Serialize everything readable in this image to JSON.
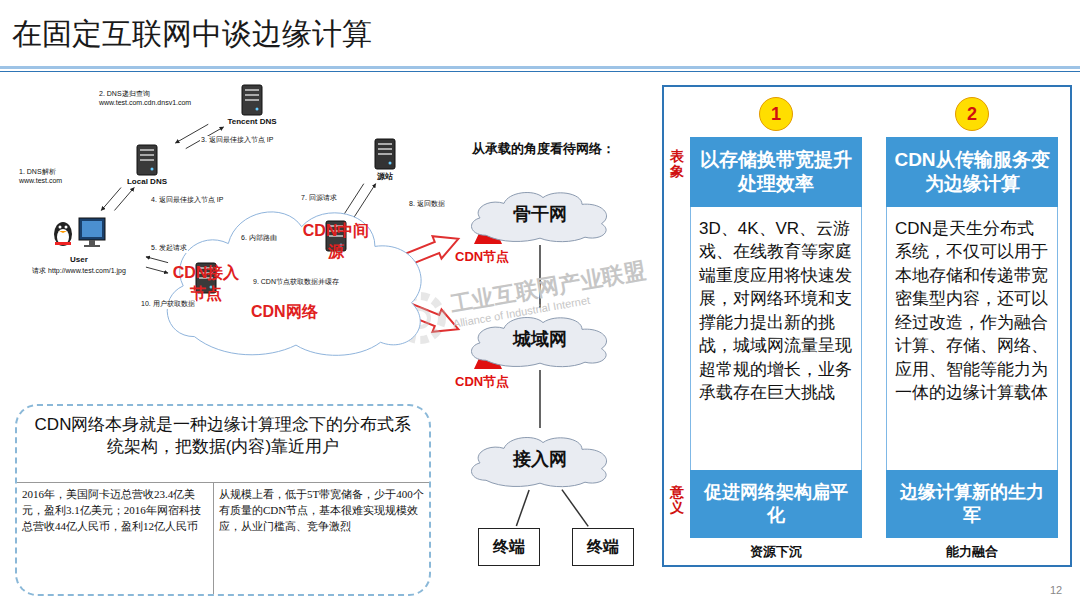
{
  "diagram": {
    "title": "在固定互联网中谈边缘计算",
    "nodes": [
      {
        "text": [
          "Tencent DNS"
        ]
      },
      {
        "text": [
          "源站"
        ]
      },
      {
        "text": [
          "Local DNS"
        ]
      },
      {
        "text": [
          "User",
          "请求 http://www.test.com/1.jpg"
        ]
      },
      {
        "text": [
          "CDN网络"
        ]
      },
      {
        "text": [
          "CDN中间源"
        ],
        "in": 4
      },
      {
        "text": [
          "CDN接入节点"
        ],
        "in": 4
      },
      {
        "text": [
          "骨干网"
        ]
      },
      {
        "text": [
          "城域网"
        ]
      },
      {
        "text": [
          "接入网"
        ]
      },
      {
        "text": [
          "终端"
        ]
      },
      {
        "text": [
          "终端"
        ]
      },
      {
        "text": [
          "CDN网络本身就是一种边缘计算理念下的分布式系统架构，把数据(内容)靠近用户"
        ]
      },
      {
        "text": [
          "2016年，美国阿卡迈总营收23.4亿美元，盈利3.1亿美元；2016年网宿科技总营收44亿人民币，盈利12亿人民币"
        ],
        "in": 12
      },
      {
        "text": [
          "从规模上看，低于5T带宽储备，少于400个有质量的CDN节点，基本很难实现规模效应，从业门槛高、竞争激烈"
        ],
        "in": 12
      },
      {
        "text": [
          "表象",
          "意义"
        ]
      },
      {
        "text": [
          "1"
        ],
        "in": 15
      },
      {
        "text": [
          "以存储换带宽提升处理效率"
        ],
        "in": 15
      },
      {
        "text": [
          "3D、4K、VR、云游戏、在线教育等家庭端重度应用将快速发展，对网络环境和支撑能力提出新的挑战，城域网流量呈现超常规的增长，业务承载存在巨大挑战"
        ],
        "in": 15
      },
      {
        "text": [
          "促进网络架构扁平化",
          "资源下沉"
        ],
        "in": 15
      },
      {
        "text": [
          "2"
        ],
        "in": 15
      },
      {
        "text": [
          "CDN从传输服务变为边缘计算"
        ],
        "in": 15
      },
      {
        "text": [
          "CDN是天生分布式系统，不仅可以用于本地存储和传递带宽密集型内容，还可以经过改造，作为融合计算、存储、网络、应用、智能等能力为一体的边缘计算载体"
        ],
        "in": 15
      },
      {
        "text": [
          "边缘计算新的生力军",
          "能力融合"
        ],
        "in": 15
      }
    ],
    "edges": [
      {
        "from": 3,
        "to": 2,
        "arrow": "to",
        "label": "1. DNS解析 www.test.com"
      },
      {
        "from": 2,
        "to": 0,
        "arrow": "to",
        "label": "2. DNS递归查询 www.test.com.cdn.dnsv1.com"
      },
      {
        "from": 0,
        "to": 2,
        "arrow": "to",
        "label": "3. 返回最佳接入节点 IP"
      },
      {
        "from": 2,
        "to": 3,
        "arrow": "to",
        "label": "4. 返回最佳接入节点 IP"
      },
      {
        "from": 3,
        "to": 6,
        "arrow": "to",
        "label": "5. 发起请求"
      },
      {
        "from": 6,
        "to": 5,
        "arrow": "to",
        "label": "6. 内部路由"
      },
      {
        "from": 5,
        "to": 1,
        "arrow": "to",
        "label": "7. 回源请求"
      },
      {
        "from": 1,
        "to": 5,
        "arrow": "to",
        "label": "8. 返回数据"
      },
      {
        "from": 5,
        "to": 6,
        "arrow": "to",
        "label": "9. CDN节点获取数据并缓存"
      },
      {
        "from": 6,
        "to": 3,
        "arrow": "to",
        "label": "10. 用户获取数据"
      },
      {
        "from": 7,
        "to": 8,
        "arrow": "none"
      },
      {
        "from": 8,
        "to": 9,
        "arrow": "none"
      },
      {
        "from": 9,
        "to": 10,
        "arrow": "none"
      },
      {
        "from": 9,
        "to": 11,
        "arrow": "none"
      }
    ],
    "labels": [
      "从承载的角度看待网络：",
      "CDN节点",
      "CDN节点",
      "工业互联网产业联盟",
      "Alliance of Industrial Internet",
      "12"
    ]
  }
}
